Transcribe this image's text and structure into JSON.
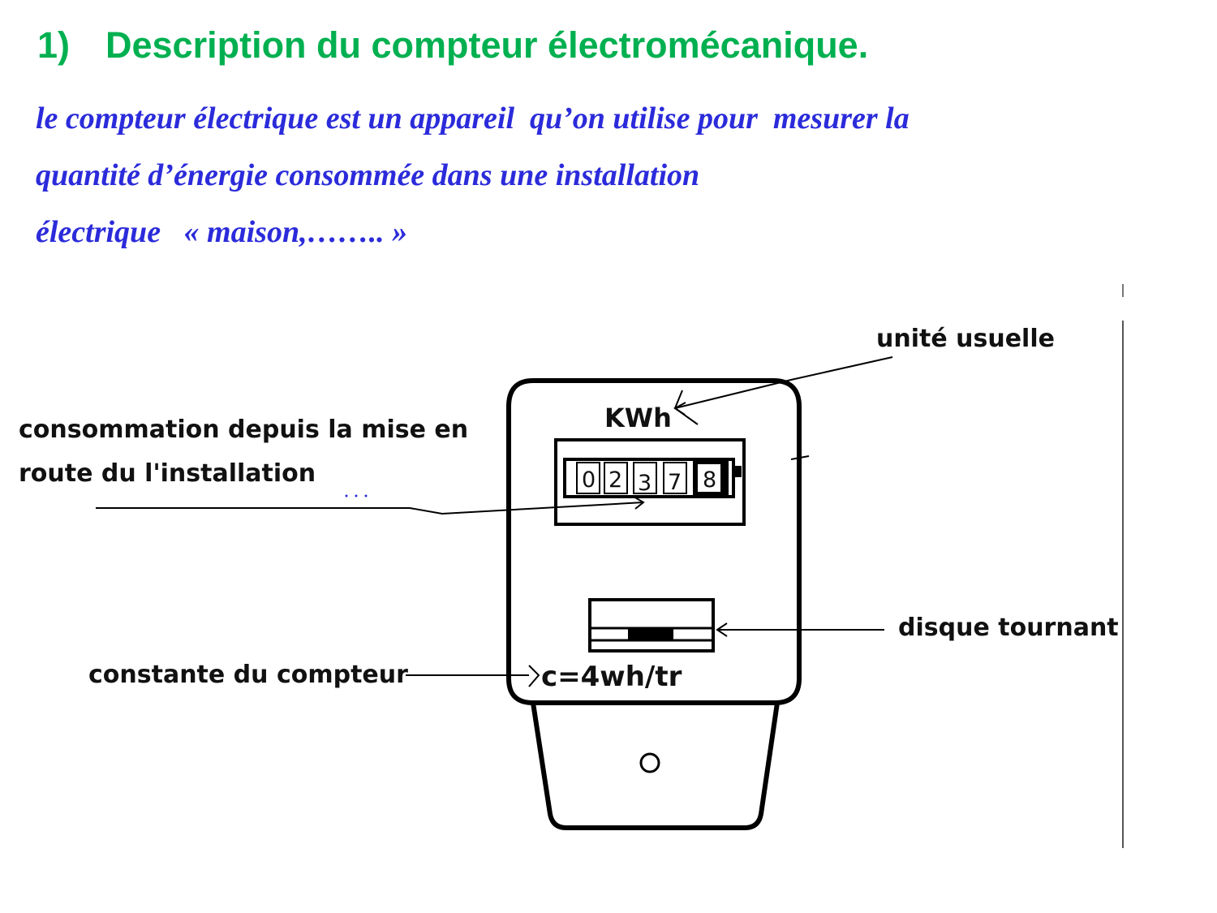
{
  "heading": {
    "number": "1)",
    "title": "Description du compteur électromécanique."
  },
  "intro": {
    "lines": [
      "le compteur électrique est un appareil  qu’on utilise pour  mesurer la",
      "quantité d’énergie consommée dans une installation",
      "électrique   « maison,…….. »"
    ]
  },
  "meter": {
    "unit": "KWh",
    "digits": [
      "0",
      "2",
      "3",
      "7",
      "8"
    ],
    "constant": "c=4wh/tr"
  },
  "callouts": {
    "unite_usuelle": "unité usuelle",
    "consommation": [
      "consommation depuis la mise en",
      "route du l'installation"
    ],
    "disque": "disque tournant",
    "constante": "constante du compteur"
  },
  "colors": {
    "heading": "#00b050",
    "intro_text": "#2b2bdb",
    "lines": "#000000"
  },
  "icons": [
    "arrow-icon",
    "screw-hole-icon"
  ]
}
